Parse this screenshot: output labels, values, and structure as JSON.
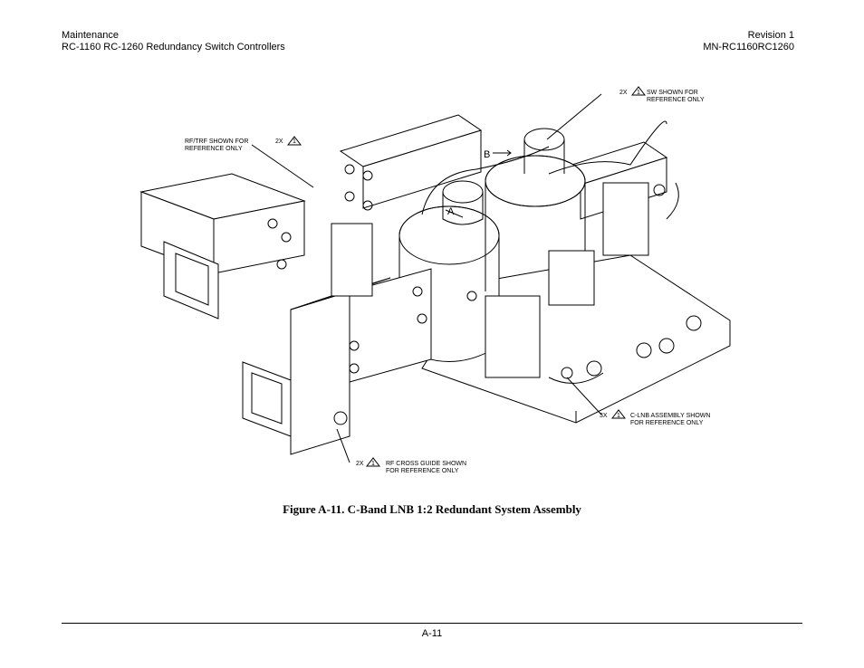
{
  "header": {
    "left_line1": "Maintenance",
    "left_line2": "RC-1160 RC-1260 Redundancy Switch Controllers",
    "right_line1": "Revision 1",
    "right_line2": "MN-RC1160RC1260"
  },
  "figure": {
    "callouts": [
      {
        "qty": "2X",
        "num": "1",
        "line1": "SW SHOWN FOR",
        "line2": "REFERENCE ONLY"
      },
      {
        "qty": "2X",
        "num": "1",
        "line1": "RF/TRF SHOWN FOR",
        "line2": "REFERENCE ONLY"
      },
      {
        "qty": "3X",
        "num": "1",
        "line1": "C-LNB ASSEMBLY SHOWN",
        "line2": "FOR REFERENCE ONLY"
      },
      {
        "qty": "2X",
        "num": "1",
        "line1": "RF CROSS GUIDE SHOWN",
        "line2": "FOR REFERENCE ONLY"
      }
    ],
    "view_labels": {
      "a": "A",
      "b": "B"
    },
    "caption": "Figure A-11. C-Band LNB 1:2 Redundant System Assembly"
  },
  "footer": {
    "page_number": "A-11"
  }
}
